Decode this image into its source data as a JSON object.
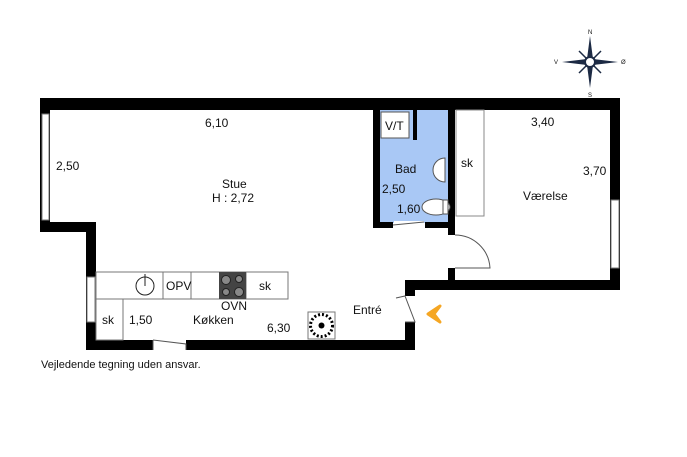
{
  "compass": {
    "north": "N",
    "south": "S",
    "west": "V",
    "east": "Ø"
  },
  "rooms": {
    "stue": {
      "name": "Stue",
      "height": "H : 2,72",
      "width_dim": "6,10",
      "depth_dim": "2,50"
    },
    "bad": {
      "name": "Bad",
      "dim_a": "2,50",
      "dim_b": "1,60",
      "fixture": "V/T"
    },
    "vaerelse": {
      "name": "Værelse",
      "dim_a": "3,40",
      "dim_b": "3,70",
      "closet": "sk"
    },
    "koekken": {
      "name": "Køkken",
      "dim_a": "1,50",
      "dim_b": "6,30",
      "closet": "sk",
      "dishwasher": "OPV",
      "oven": "OVN",
      "cabinet": "sk"
    },
    "entre": {
      "name": "Entré"
    }
  },
  "entrance_arrow_color": "#f5a623",
  "bath_color": "#a9c8f5",
  "disclaimer": "Vejledende tegning uden ansvar."
}
